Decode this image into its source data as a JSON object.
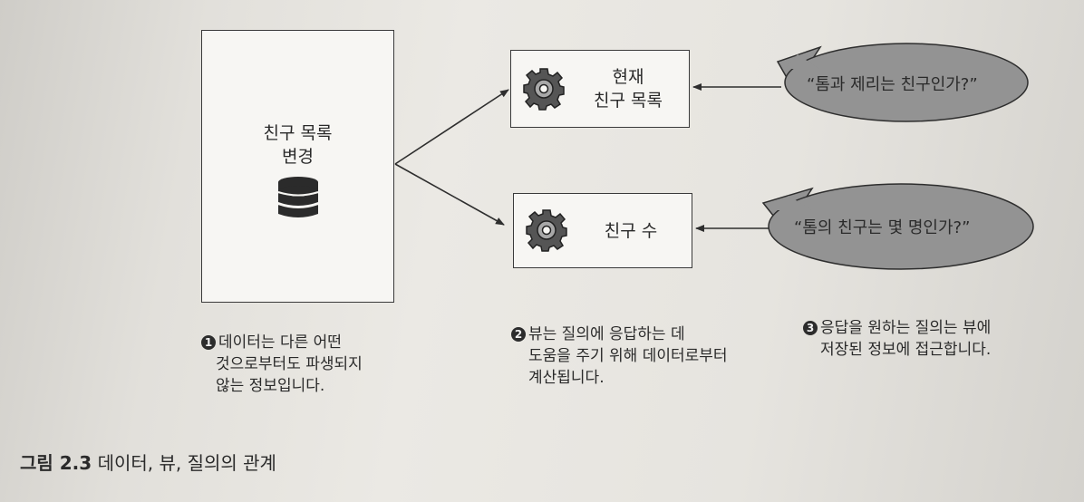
{
  "data_box": {
    "label_lines": [
      "친구 목록",
      "변경"
    ],
    "icon": "database-icon"
  },
  "views": [
    {
      "label_lines": [
        "현재",
        "친구 목록"
      ],
      "icon": "gear-icon"
    },
    {
      "label_lines": [
        "친구 수"
      ],
      "icon": "gear-icon"
    }
  ],
  "queries": [
    {
      "text": "“톰과 제리는 친구인가?”"
    },
    {
      "text": "“톰의 친구는 몇 명인가?”"
    }
  ],
  "notes": [
    {
      "number": "1",
      "lines": [
        "데이터는 다른 어떤",
        "것으로부터도 파생되지",
        "않는 정보입니다."
      ]
    },
    {
      "number": "2",
      "lines": [
        "뷰는 질의에 응답하는 데",
        "도움을 주기 위해 데이터로부터",
        "계산됩니다."
      ]
    },
    {
      "number": "3",
      "lines": [
        "응답을 원하는 질의는 뷰에",
        "저장된 정보에 접근합니다."
      ]
    }
  ],
  "caption": {
    "prefix": "그림 2.3",
    "text": "데이터, 뷰, 질의의 관계"
  },
  "colors": {
    "bubble_fill": "#939393",
    "box_fill": "#f7f6f3",
    "line": "#2e2e2e"
  }
}
